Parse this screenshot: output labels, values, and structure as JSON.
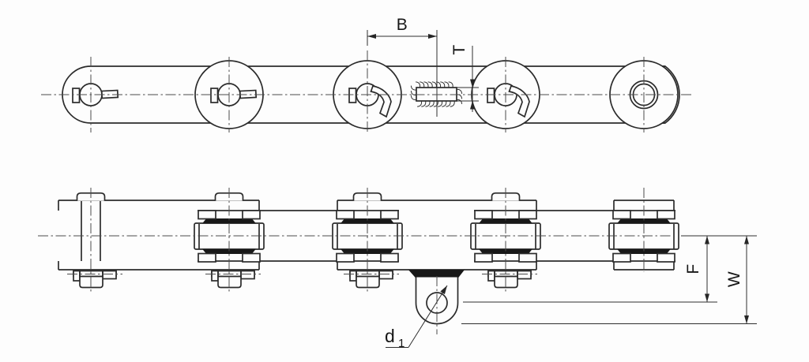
{
  "drawing_type": "roller-conveyor-chain-technical-drawing",
  "labels": {
    "B": "B",
    "T": "T",
    "F": "F",
    "W": "W",
    "d1_base": "d",
    "d1_sub": "1"
  },
  "colors": {
    "background": "#fdfdfd",
    "line": "#2b2b2b",
    "section_fill": "#181818"
  }
}
